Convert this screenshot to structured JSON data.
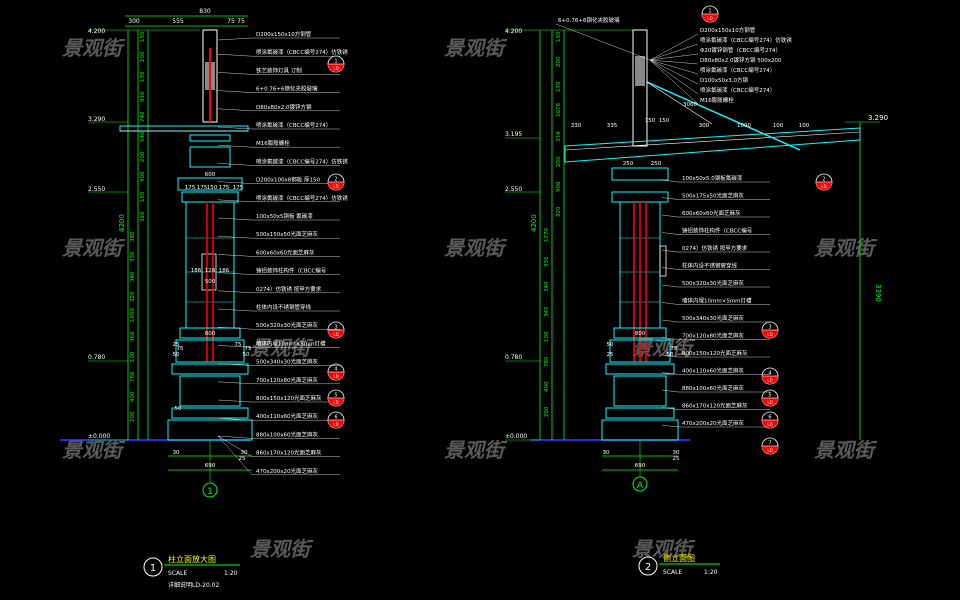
{
  "colors": {
    "background": "#000000",
    "dimension": "#00ff00",
    "label": "#ffffff",
    "structure": "#00ffff",
    "rebar": "#ff0000",
    "tag": "#ff0000",
    "watermark": "#5a5a5a",
    "ground": "#3a3aff"
  },
  "watermark": "景观街",
  "left": {
    "top_dims": [
      "830",
      "300",
      "555",
      "75",
      "75"
    ],
    "elevations": [
      "4.200",
      "3.290",
      "2.550",
      "0.780",
      "±0.000"
    ],
    "overall_dim": "4200",
    "vert_dims": [
      "150",
      "200",
      "170",
      "910",
      "740",
      "540",
      "200",
      "900",
      "150",
      "320",
      "380",
      "330",
      "340",
      "320",
      "1650",
      "360",
      "100",
      "780",
      "400",
      "200"
    ],
    "callouts": [
      "D200x150x10方钢管",
      "喷涂氟碳漆（CBCC编号274）仿铁锈",
      "铁艺装饰灯具 订制",
      "6+0.76+6钢化夹胶玻璃",
      "D80x80x2.0镀锌方钢",
      "喷涂氟碳漆（CBCC编号274）",
      "M16膨胀螺栓",
      "喷涂氟碳漆（CBCC编号274）仿铁锈",
      "D200x100x8钢板 厚150",
      "喷涂氟碳漆（CBCC编号274）仿铁锈",
      "100x50x5钢板 氟碳漆",
      "500x150x50光面芝麻灰",
      "600x60x60光面芝麻灰",
      "铸铝装饰柱构件（CBCC编号",
      "0274）仿铁锈 按甲方要求",
      "柱体内设不锈钢管穿线",
      "500x320x30光面芝麻灰",
      "墙体内埋10mm×5mm灯槽",
      "500x340x30光面芝麻灰",
      "700x120x80光面芝麻灰",
      "800x150x120光面芝麻灰",
      "400x110x60光面芝麻灰",
      "880x100x60光面芝麻灰",
      "860x170x120光面芝麻灰",
      "470x200x20光面芝麻灰"
    ],
    "small_dims": [
      "600",
      "175",
      "175",
      "150",
      "175",
      "175",
      "186",
      "128",
      "186",
      "500",
      "800",
      "25",
      "50",
      "75",
      "75",
      "50",
      "75",
      "50",
      "30",
      "690",
      "30",
      "25"
    ],
    "ref_marks": [
      {
        "top": "1",
        "bottom": "LD"
      },
      {
        "top": "2",
        "bottom": "LD"
      },
      {
        "top": "3",
        "bottom": "LD"
      },
      {
        "top": "4",
        "bottom": "LD"
      },
      {
        "top": "5",
        "bottom": "LD"
      },
      {
        "top": "6",
        "bottom": "LD"
      }
    ],
    "axis": "1",
    "title_num": "1",
    "title": "柱立面放大图",
    "scale_left": "SCALE",
    "scale_right": "1:20",
    "subnote": "详细说明LD-20.02"
  },
  "right": {
    "elevations": [
      "4.200",
      "3.195",
      "2.550",
      "0.780",
      "±0.000"
    ],
    "right_elev": "3.290",
    "overall_dim": "4200",
    "right_overall": "3390",
    "vert_dims": [
      "150",
      "200",
      "170",
      "1078",
      "374",
      "200",
      "900",
      "320",
      "1770",
      "330",
      "340",
      "340",
      "100",
      "780",
      "400",
      "200"
    ],
    "horiz_dims": [
      "330",
      "335",
      "300",
      "150",
      "150",
      "1000",
      "100",
      "100",
      "250",
      "250",
      "3060"
    ],
    "callouts": [
      "6+0.76+6钢化夹胶玻璃",
      "D200x150x10方钢管",
      "喷涂氟碳漆（CBCC编号274）仿铁锈",
      "Φ20镀锌钢管（CBCC编号274）",
      "D80x80x2.0镀锌方钢 500x200",
      "喷涂氟碳漆（CBCC编号274）",
      "D100x50x3.0方钢",
      "喷涂氟碳漆（CBCC编号274）",
      "M16膨胀螺栓",
      "100x50x5.0钢板氟碳漆",
      "500x175x50光面芝麻灰",
      "600x60x60光面芝麻灰",
      "铸铝装饰柱构件（CBCC编号",
      "0274）仿铁锈 按甲方要求",
      "柱体内设不锈钢管穿线",
      "500x320x30光面芝麻灰",
      "墙体内埋10mm×5mm灯槽",
      "500x340x30光面芝麻灰",
      "700x120x80光面芝麻灰",
      "800x150x120光面芝麻灰",
      "400x110x60光面芝麻灰",
      "880x100x60光面芝麻灰",
      "860x170x120光面芝麻灰",
      "470x200x20光面芝麻灰"
    ],
    "small_dims": [
      "800",
      "50",
      "25",
      "75",
      "50",
      "30",
      "690",
      "30",
      "25"
    ],
    "ref_marks": [
      {
        "top": "1",
        "bottom": "LD"
      },
      {
        "top": "2",
        "bottom": "LD"
      },
      {
        "top": "3",
        "bottom": "LD"
      },
      {
        "top": "4",
        "bottom": "LD"
      },
      {
        "top": "5",
        "bottom": "LD"
      },
      {
        "top": "6",
        "bottom": "LD"
      },
      {
        "top": "7",
        "bottom": "LD"
      }
    ],
    "axis": "A",
    "title_num": "2",
    "title": "侧立面图",
    "scale_left": "SCALE",
    "scale_right": "1:20"
  }
}
